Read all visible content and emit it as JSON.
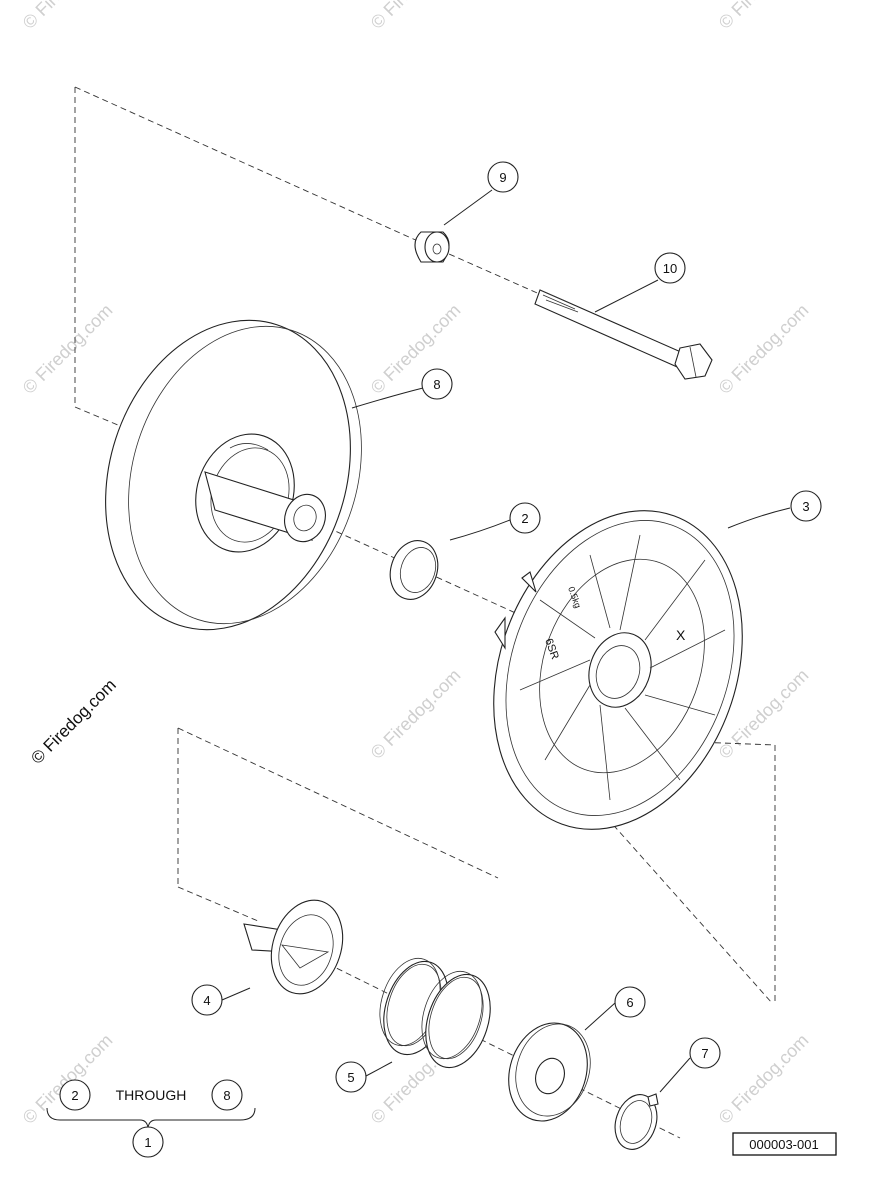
{
  "watermark": {
    "text": "© Firedog.com",
    "featured_text": "© Firedog.com"
  },
  "callouts": {
    "c1": "1",
    "c2": "2",
    "c3": "3",
    "c4": "4",
    "c5": "5",
    "c6": "6",
    "c7": "7",
    "c8": "8",
    "c9": "9",
    "c10": "10"
  },
  "kit_note": {
    "from": "2",
    "through_label": "THROUGH",
    "to": "8",
    "assembly": "1"
  },
  "figure_id": "000003-001",
  "sheave_marks": {
    "left": "6SR",
    "top": "0.5kg",
    "right": "X"
  },
  "colors": {
    "ink": "#222222",
    "watermark": "#cfcfcf",
    "background": "#ffffff"
  }
}
